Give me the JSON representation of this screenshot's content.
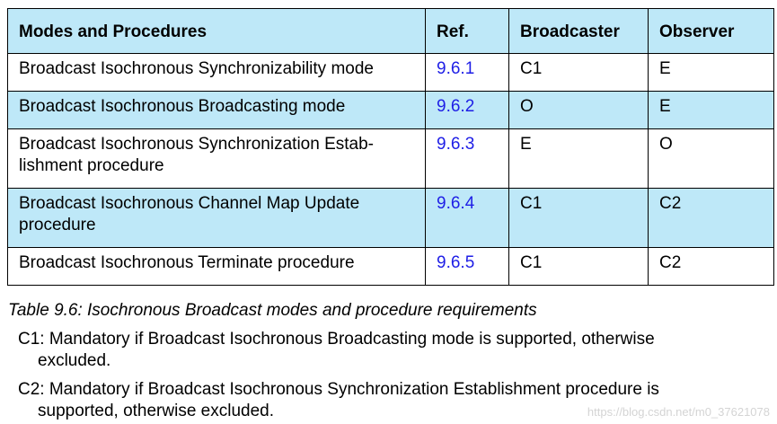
{
  "table": {
    "headers": {
      "modes": "Modes and Procedures",
      "ref": "Ref.",
      "broadcaster": "Broadcaster",
      "observer": "Observer"
    },
    "rows": [
      {
        "mode": "Broadcast Isochronous Synchronizability mode",
        "ref": "9.6.1",
        "broadcaster": "C1",
        "observer": "E"
      },
      {
        "mode": "Broadcast Isochronous Broadcasting mode",
        "ref": "9.6.2",
        "broadcaster": "O",
        "observer": "E"
      },
      {
        "mode_line1": "Broadcast Isochronous Synchronization Estab-",
        "mode_line2": "lishment procedure",
        "ref": "9.6.3",
        "broadcaster": "E",
        "observer": "O"
      },
      {
        "mode_line1": "Broadcast Isochronous Channel Map Update",
        "mode_line2": "procedure",
        "ref": "9.6.4",
        "broadcaster": "C1",
        "observer": "C2"
      },
      {
        "mode": "Broadcast Isochronous Terminate procedure",
        "ref": "9.6.5",
        "broadcaster": "C1",
        "observer": "C2"
      }
    ]
  },
  "caption": "Table 9.6:  Isochronous Broadcast modes and procedure requirements",
  "notes": [
    {
      "line1": "C1: Mandatory if Broadcast Isochronous Broadcasting mode is supported, otherwise",
      "line2": "excluded."
    },
    {
      "line1": "C2: Mandatory if Broadcast Isochronous Synchronization Establishment procedure is",
      "line2": "supported, otherwise excluded."
    }
  ],
  "watermark": "https://blog.csdn.net/m0_37621078",
  "colors": {
    "header_bg": "#bee8f8",
    "link": "#1e1ee6"
  }
}
